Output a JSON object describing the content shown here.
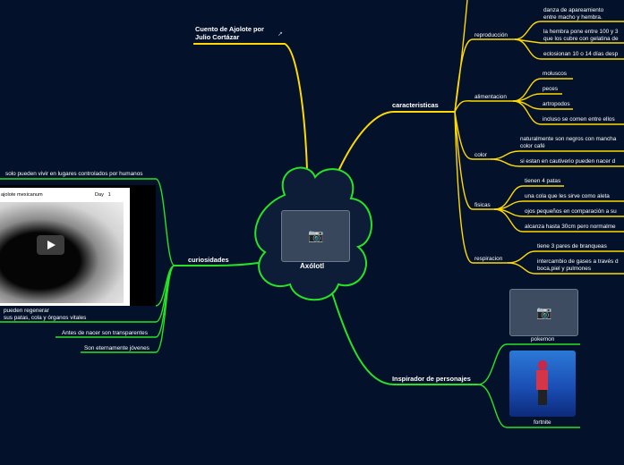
{
  "colors": {
    "background": "#03112a",
    "branch": "#ffd900",
    "leaf_right": "#ffd900",
    "leaf_left": "#27e327",
    "node": "#0e1d37"
  },
  "central": {
    "title": "Axólotl",
    "image_icon": "camera-icon"
  },
  "cuento": {
    "label": "Cuento de Ajolote por\nJulio Cortázar",
    "link_icon": "external-link-icon"
  },
  "caracteristicas": {
    "label": "caracteristicas",
    "reproduccion": {
      "label": "reproducción",
      "items": [
        "danza de apareamiento\nentre macho y hembra.",
        "la hembra pone entre 100 y 3\nque los cubre con gelatina de",
        "eclosionan 10 o 14 días desp"
      ]
    },
    "alimentacion": {
      "label": "alimentacion",
      "items": [
        "moluscos",
        "peces",
        "artropodos",
        "incluso se comen entre ellos"
      ]
    },
    "color": {
      "label": "color",
      "items": [
        "naturalmente son negros con mancha\ncolor café",
        "si estan en cautiverio pueden nacer d"
      ]
    },
    "fisicas": {
      "label": "fisicas",
      "items": [
        "tienen 4 patas",
        "una cola que les sirve como aleta",
        "ojos pequeños en comparación a su",
        "alcanza hasta 30cm pero normalme"
      ]
    },
    "respiracion": {
      "label": "respiracion",
      "items": [
        "tiene 3 pares de branqueas",
        "intercambio de gases a través d\nboca,piel y pulmones"
      ]
    }
  },
  "curiosidades": {
    "label": "curiosidades",
    "items": [
      "solo pueden vivir en lugares controlados por humanos",
      "pueden regenerar\nsus patas, cola y órganos vitales",
      "Antes de nacer son transparentes",
      "Son eternamente jóvenes"
    ],
    "video": {
      "title": "ajolote mexicanum",
      "day_label": "Day   1",
      "play_icon": "play-icon"
    }
  },
  "inspirador": {
    "label": "Inspirador de personajes",
    "items": [
      "pokemon",
      "fortnite"
    ]
  }
}
